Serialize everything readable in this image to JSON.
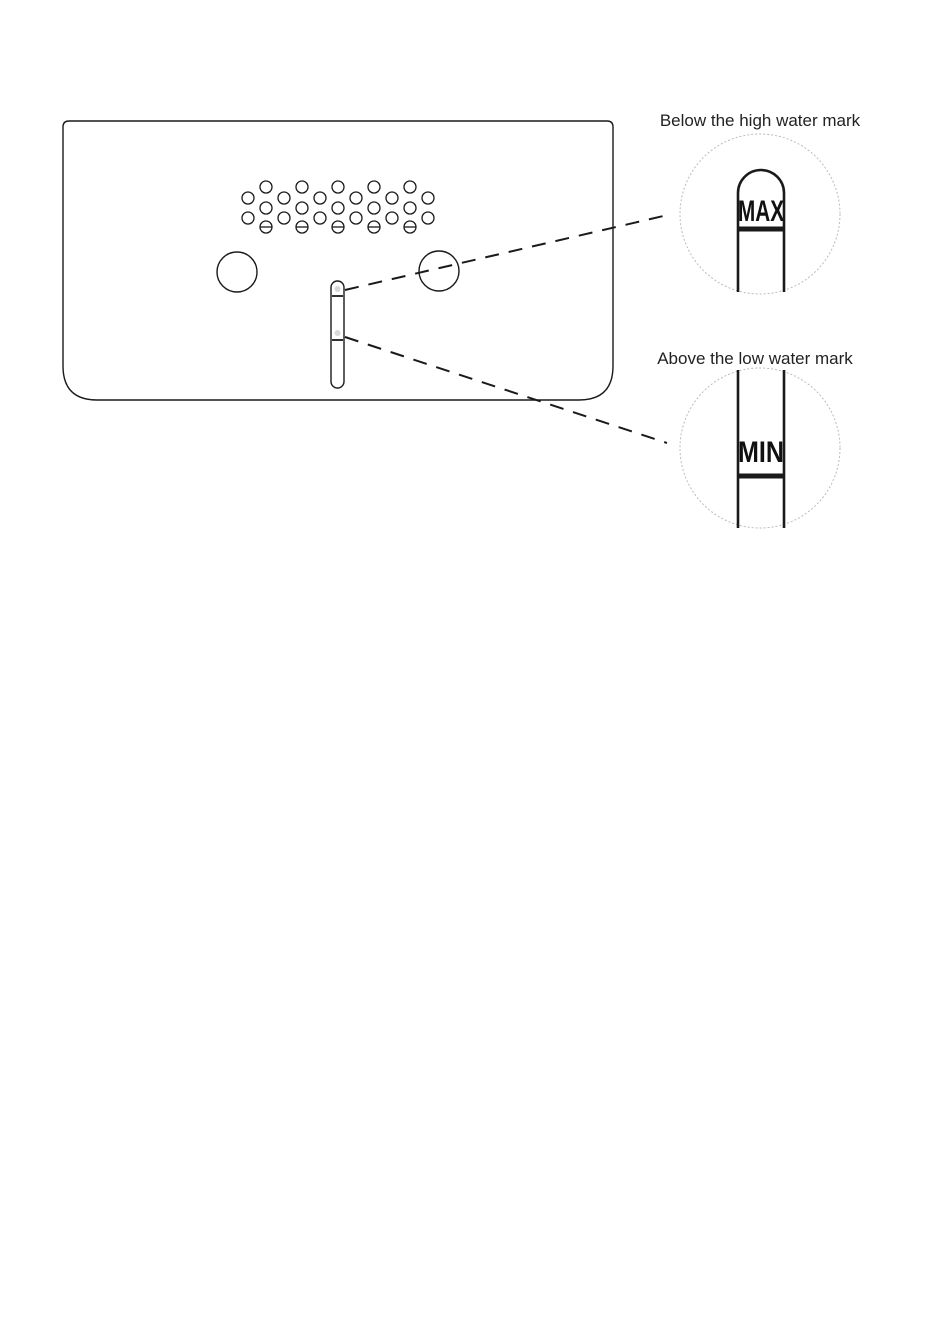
{
  "callouts": {
    "high": {
      "label": "Below the high water mark",
      "mark_text": "MAX"
    },
    "low": {
      "label": "Above the low water mark",
      "mark_text": "MIN"
    }
  },
  "colors": {
    "line": "#1a1a1a",
    "zoom_circle": "#bbbbbb",
    "background": "#ffffff"
  }
}
